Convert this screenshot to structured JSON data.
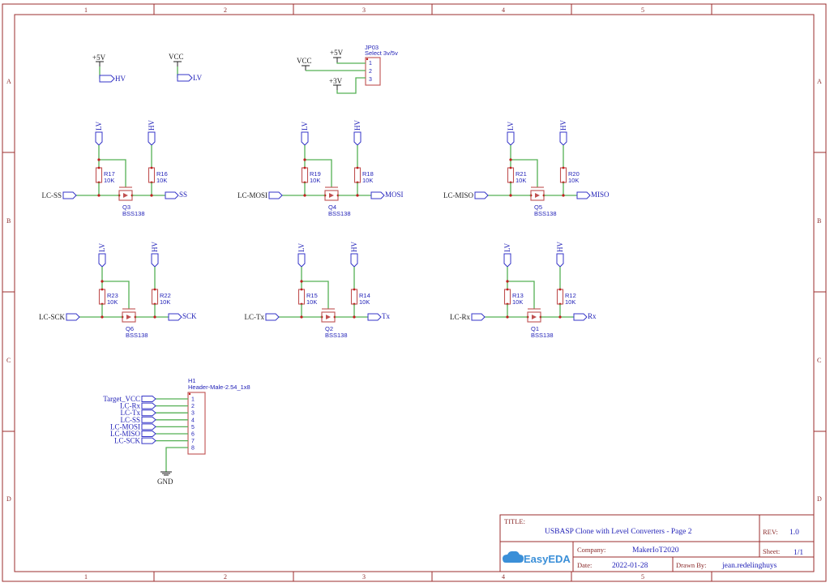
{
  "ruler": {
    "columns": [
      "1",
      "2",
      "3",
      "4",
      "5"
    ],
    "rows": [
      "A",
      "B",
      "C",
      "D"
    ]
  },
  "power": {
    "p5v": "+5V",
    "vcc": "VCC",
    "p3v": "+3V",
    "gnd": "GND",
    "hv": "HV",
    "lv": "LV"
  },
  "jumper": {
    "ref": "JP03",
    "value": "Select 3v/5v",
    "pins": [
      "1",
      "2",
      "3"
    ]
  },
  "converters": [
    {
      "ref_top": "R17",
      "val_top": "10K",
      "ref_hv": "R16",
      "val_hv": "10K",
      "q": "Q3",
      "q_val": "BSS138",
      "lc": "LC-SS",
      "hv_net": "SS"
    },
    {
      "ref_top": "R19",
      "val_top": "10K",
      "ref_hv": "R18",
      "val_hv": "10K",
      "q": "Q4",
      "q_val": "BSS138",
      "lc": "LC-MOSI",
      "hv_net": "MOSI"
    },
    {
      "ref_top": "R21",
      "val_top": "10K",
      "ref_hv": "R20",
      "val_hv": "10K",
      "q": "Q5",
      "q_val": "BSS138",
      "lc": "LC-MISO",
      "hv_net": "MISO"
    },
    {
      "ref_top": "R23",
      "val_top": "10K",
      "ref_hv": "R22",
      "val_hv": "10K",
      "q": "Q6",
      "q_val": "BSS138",
      "lc": "LC-SCK",
      "hv_net": "SCK"
    },
    {
      "ref_top": "R15",
      "val_top": "10K",
      "ref_hv": "R14",
      "val_hv": "10K",
      "q": "Q2",
      "q_val": "BSS138",
      "lc": "LC-Tx",
      "hv_net": "Tx"
    },
    {
      "ref_top": "R13",
      "val_top": "10K",
      "ref_hv": "R12",
      "val_hv": "10K",
      "q": "Q1",
      "q_val": "BSS138",
      "lc": "LC-Rx",
      "hv_net": "Rx"
    }
  ],
  "header": {
    "ref": "H1",
    "value": "Header-Male-2.54_1x8",
    "nets": [
      "Target_VCC",
      "LC-Rx",
      "LC-Tx",
      "LC-SS",
      "LC-MOSI",
      "LC-MISO",
      "LC-SCK"
    ],
    "pins": [
      "1",
      "2",
      "3",
      "4",
      "5",
      "6",
      "7",
      "8"
    ]
  },
  "titleblock": {
    "title_label": "TITLE:",
    "title": "USBASP Clone with Level Converters - Page 2",
    "rev_label": "REV:",
    "rev": "1.0",
    "company_label": "Company:",
    "company": "MakerIoT2020",
    "sheet_label": "Sheet:",
    "sheet": "1/1",
    "date_label": "Date:",
    "date": "2022-01-28",
    "drawn_label": "Drawn By:",
    "drawn_by": "jean.redelinghuys",
    "logo": "EasyEDA"
  }
}
